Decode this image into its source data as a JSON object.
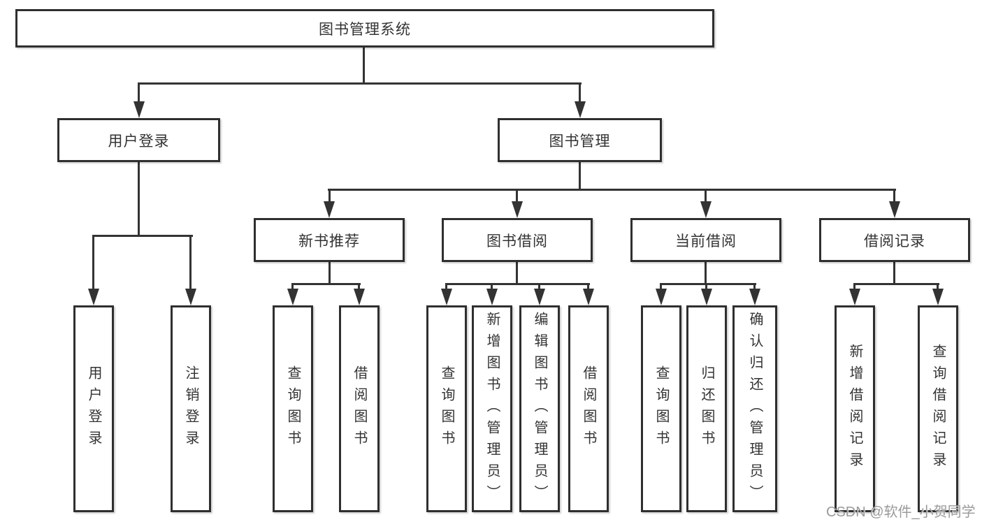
{
  "diagram": {
    "root": {
      "label": "图书管理系统"
    },
    "branches": {
      "user_login": {
        "label": "用户登录"
      },
      "book_mgmt": {
        "label": "图书管理"
      }
    },
    "sections": {
      "new_book_rec": {
        "label": "新书推荐"
      },
      "book_borrow": {
        "label": "图书借阅"
      },
      "current_borrow": {
        "label": "当前借阅"
      },
      "borrow_record": {
        "label": "借阅记录"
      }
    },
    "leaves": {
      "user_login": {
        "label": "用户登录"
      },
      "logout": {
        "label": "注销登录"
      },
      "nb_query": {
        "label": "查询图书"
      },
      "nb_borrow": {
        "label": "借阅图书"
      },
      "bb_query": {
        "label": "查询图书"
      },
      "bb_add": {
        "label": "新增图书（管理员）"
      },
      "bb_edit": {
        "label": "编辑图书（管理员）"
      },
      "bb_borrow": {
        "label": "借阅图书"
      },
      "cb_query": {
        "label": "查询图书"
      },
      "cb_return": {
        "label": "归还图书"
      },
      "cb_confirm": {
        "label": "确认归还（管理员）"
      },
      "br_add": {
        "label": "新增借阅记录"
      },
      "br_query": {
        "label": "查询借阅记录"
      }
    }
  },
  "watermark": {
    "text": "CSDN @软件_小贺同学"
  },
  "colors": {
    "line": "#333333",
    "box_border": "#2f2f2f",
    "box_fill": "#ffffff",
    "text": "#333333",
    "watermark": "#9a9a9a"
  }
}
